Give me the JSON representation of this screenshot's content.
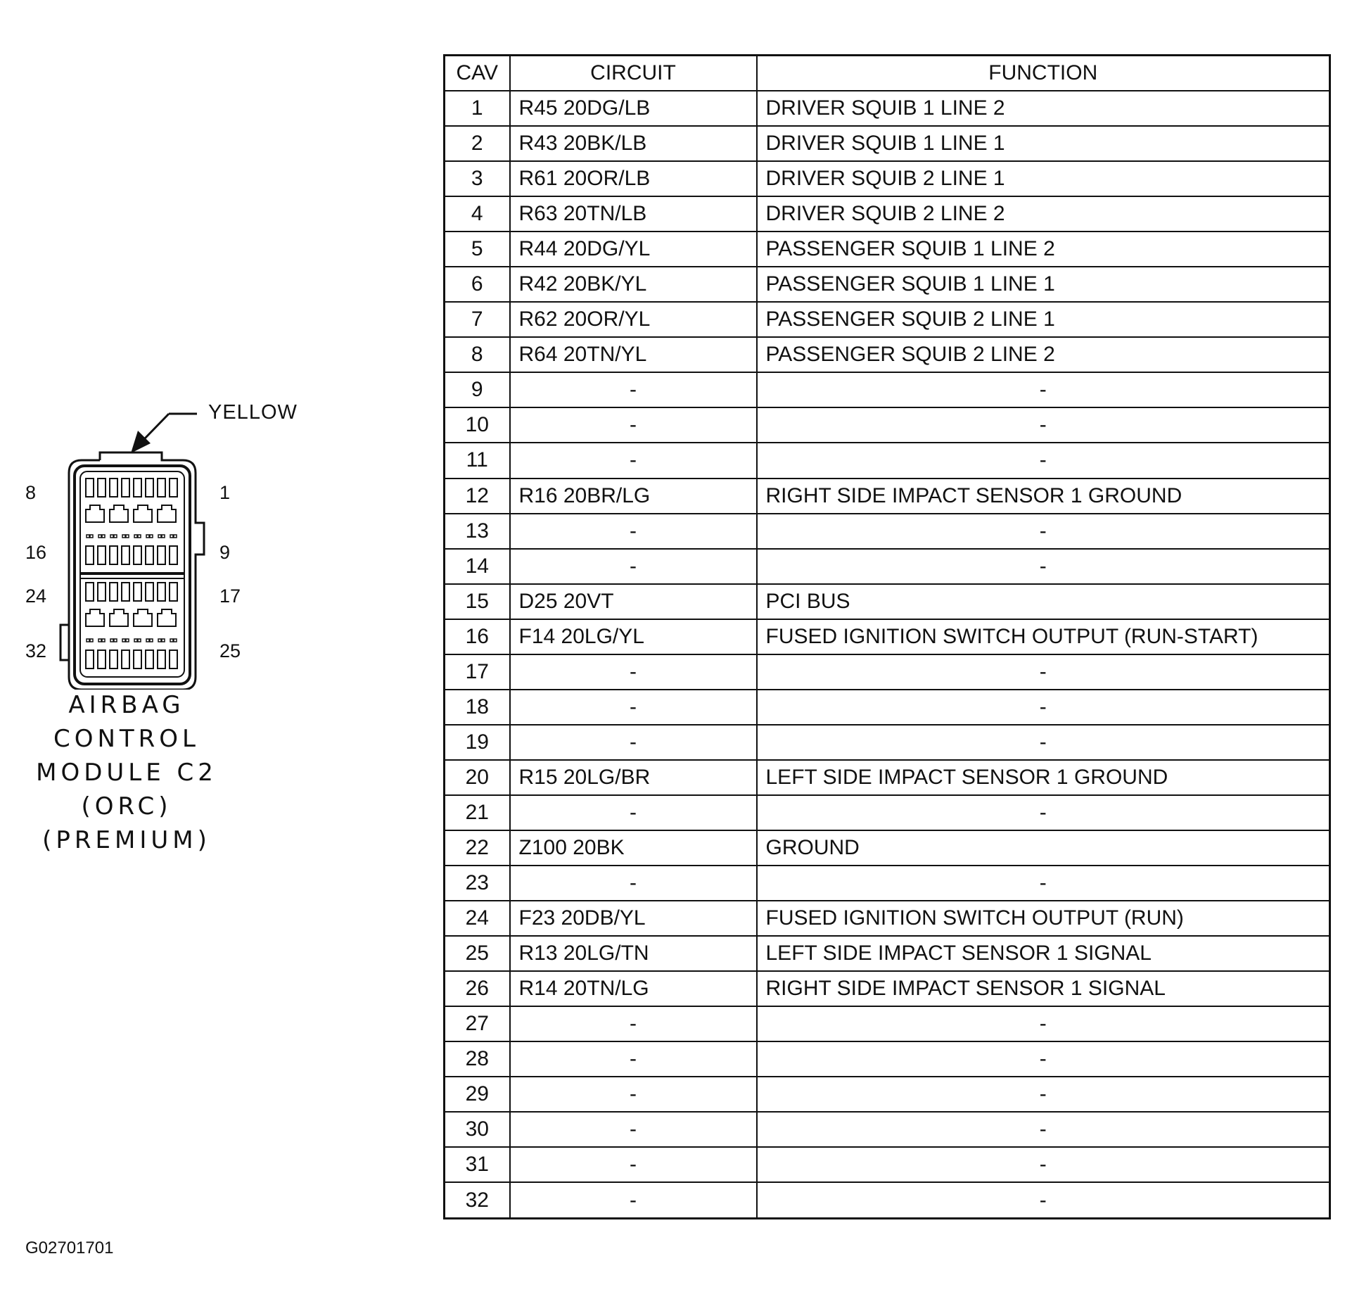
{
  "table": {
    "headers": {
      "cav": "CAV",
      "circuit": "CIRCUIT",
      "function": "FUNCTION"
    },
    "rows": [
      {
        "cav": "1",
        "circuit": "R45 20DG/LB",
        "function": "DRIVER SQUIB 1 LINE 2"
      },
      {
        "cav": "2",
        "circuit": "R43 20BK/LB",
        "function": "DRIVER SQUIB 1 LINE 1"
      },
      {
        "cav": "3",
        "circuit": "R61 20OR/LB",
        "function": "DRIVER SQUIB 2 LINE 1"
      },
      {
        "cav": "4",
        "circuit": "R63 20TN/LB",
        "function": "DRIVER SQUIB 2 LINE 2"
      },
      {
        "cav": "5",
        "circuit": "R44 20DG/YL",
        "function": "PASSENGER SQUIB 1 LINE 2"
      },
      {
        "cav": "6",
        "circuit": "R42 20BK/YL",
        "function": "PASSENGER SQUIB 1 LINE 1"
      },
      {
        "cav": "7",
        "circuit": "R62 20OR/YL",
        "function": "PASSENGER SQUIB 2 LINE 1"
      },
      {
        "cav": "8",
        "circuit": "R64 20TN/YL",
        "function": "PASSENGER SQUIB 2 LINE 2"
      },
      {
        "cav": "9",
        "circuit": "-",
        "function": "-"
      },
      {
        "cav": "10",
        "circuit": "-",
        "function": "-"
      },
      {
        "cav": "11",
        "circuit": "-",
        "function": "-"
      },
      {
        "cav": "12",
        "circuit": "R16 20BR/LG",
        "function": "RIGHT SIDE IMPACT SENSOR 1 GROUND"
      },
      {
        "cav": "13",
        "circuit": "-",
        "function": "-"
      },
      {
        "cav": "14",
        "circuit": "-",
        "function": "-"
      },
      {
        "cav": "15",
        "circuit": "D25 20VT",
        "function": "PCI BUS"
      },
      {
        "cav": "16",
        "circuit": "F14 20LG/YL",
        "function": "FUSED IGNITION SWITCH OUTPUT (RUN-START)"
      },
      {
        "cav": "17",
        "circuit": "-",
        "function": "-"
      },
      {
        "cav": "18",
        "circuit": "-",
        "function": "-"
      },
      {
        "cav": "19",
        "circuit": "-",
        "function": "-"
      },
      {
        "cav": "20",
        "circuit": "R15 20LG/BR",
        "function": "LEFT SIDE IMPACT SENSOR 1 GROUND"
      },
      {
        "cav": "21",
        "circuit": "-",
        "function": "-"
      },
      {
        "cav": "22",
        "circuit": "Z100 20BK",
        "function": "GROUND"
      },
      {
        "cav": "23",
        "circuit": "-",
        "function": "-"
      },
      {
        "cav": "24",
        "circuit": "F23 20DB/YL",
        "function": "FUSED IGNITION SWITCH OUTPUT (RUN)"
      },
      {
        "cav": "25",
        "circuit": "R13 20LG/TN",
        "function": "LEFT SIDE IMPACT SENSOR 1 SIGNAL"
      },
      {
        "cav": "26",
        "circuit": "R14 20TN/LG",
        "function": "RIGHT SIDE IMPACT SENSOR 1 SIGNAL"
      },
      {
        "cav": "27",
        "circuit": "-",
        "function": "-"
      },
      {
        "cav": "28",
        "circuit": "-",
        "function": "-"
      },
      {
        "cav": "29",
        "circuit": "-",
        "function": "-"
      },
      {
        "cav": "30",
        "circuit": "-",
        "function": "-"
      },
      {
        "cav": "31",
        "circuit": "-",
        "function": "-"
      },
      {
        "cav": "32",
        "circuit": "-",
        "function": "-"
      }
    ]
  },
  "connector": {
    "color_label": "YELLOW",
    "pin_labels": {
      "left_top": "8",
      "right_top": "1",
      "left_row2": "16",
      "right_row2": "9",
      "left_row3": "24",
      "right_row3": "17",
      "left_bottom": "32",
      "right_bottom": "25"
    },
    "caption_lines": [
      "AIRBAG",
      "CONTROL",
      "MODULE C2",
      "(ORC)",
      "(PREMIUM)"
    ]
  },
  "figure_id": "G02701701"
}
